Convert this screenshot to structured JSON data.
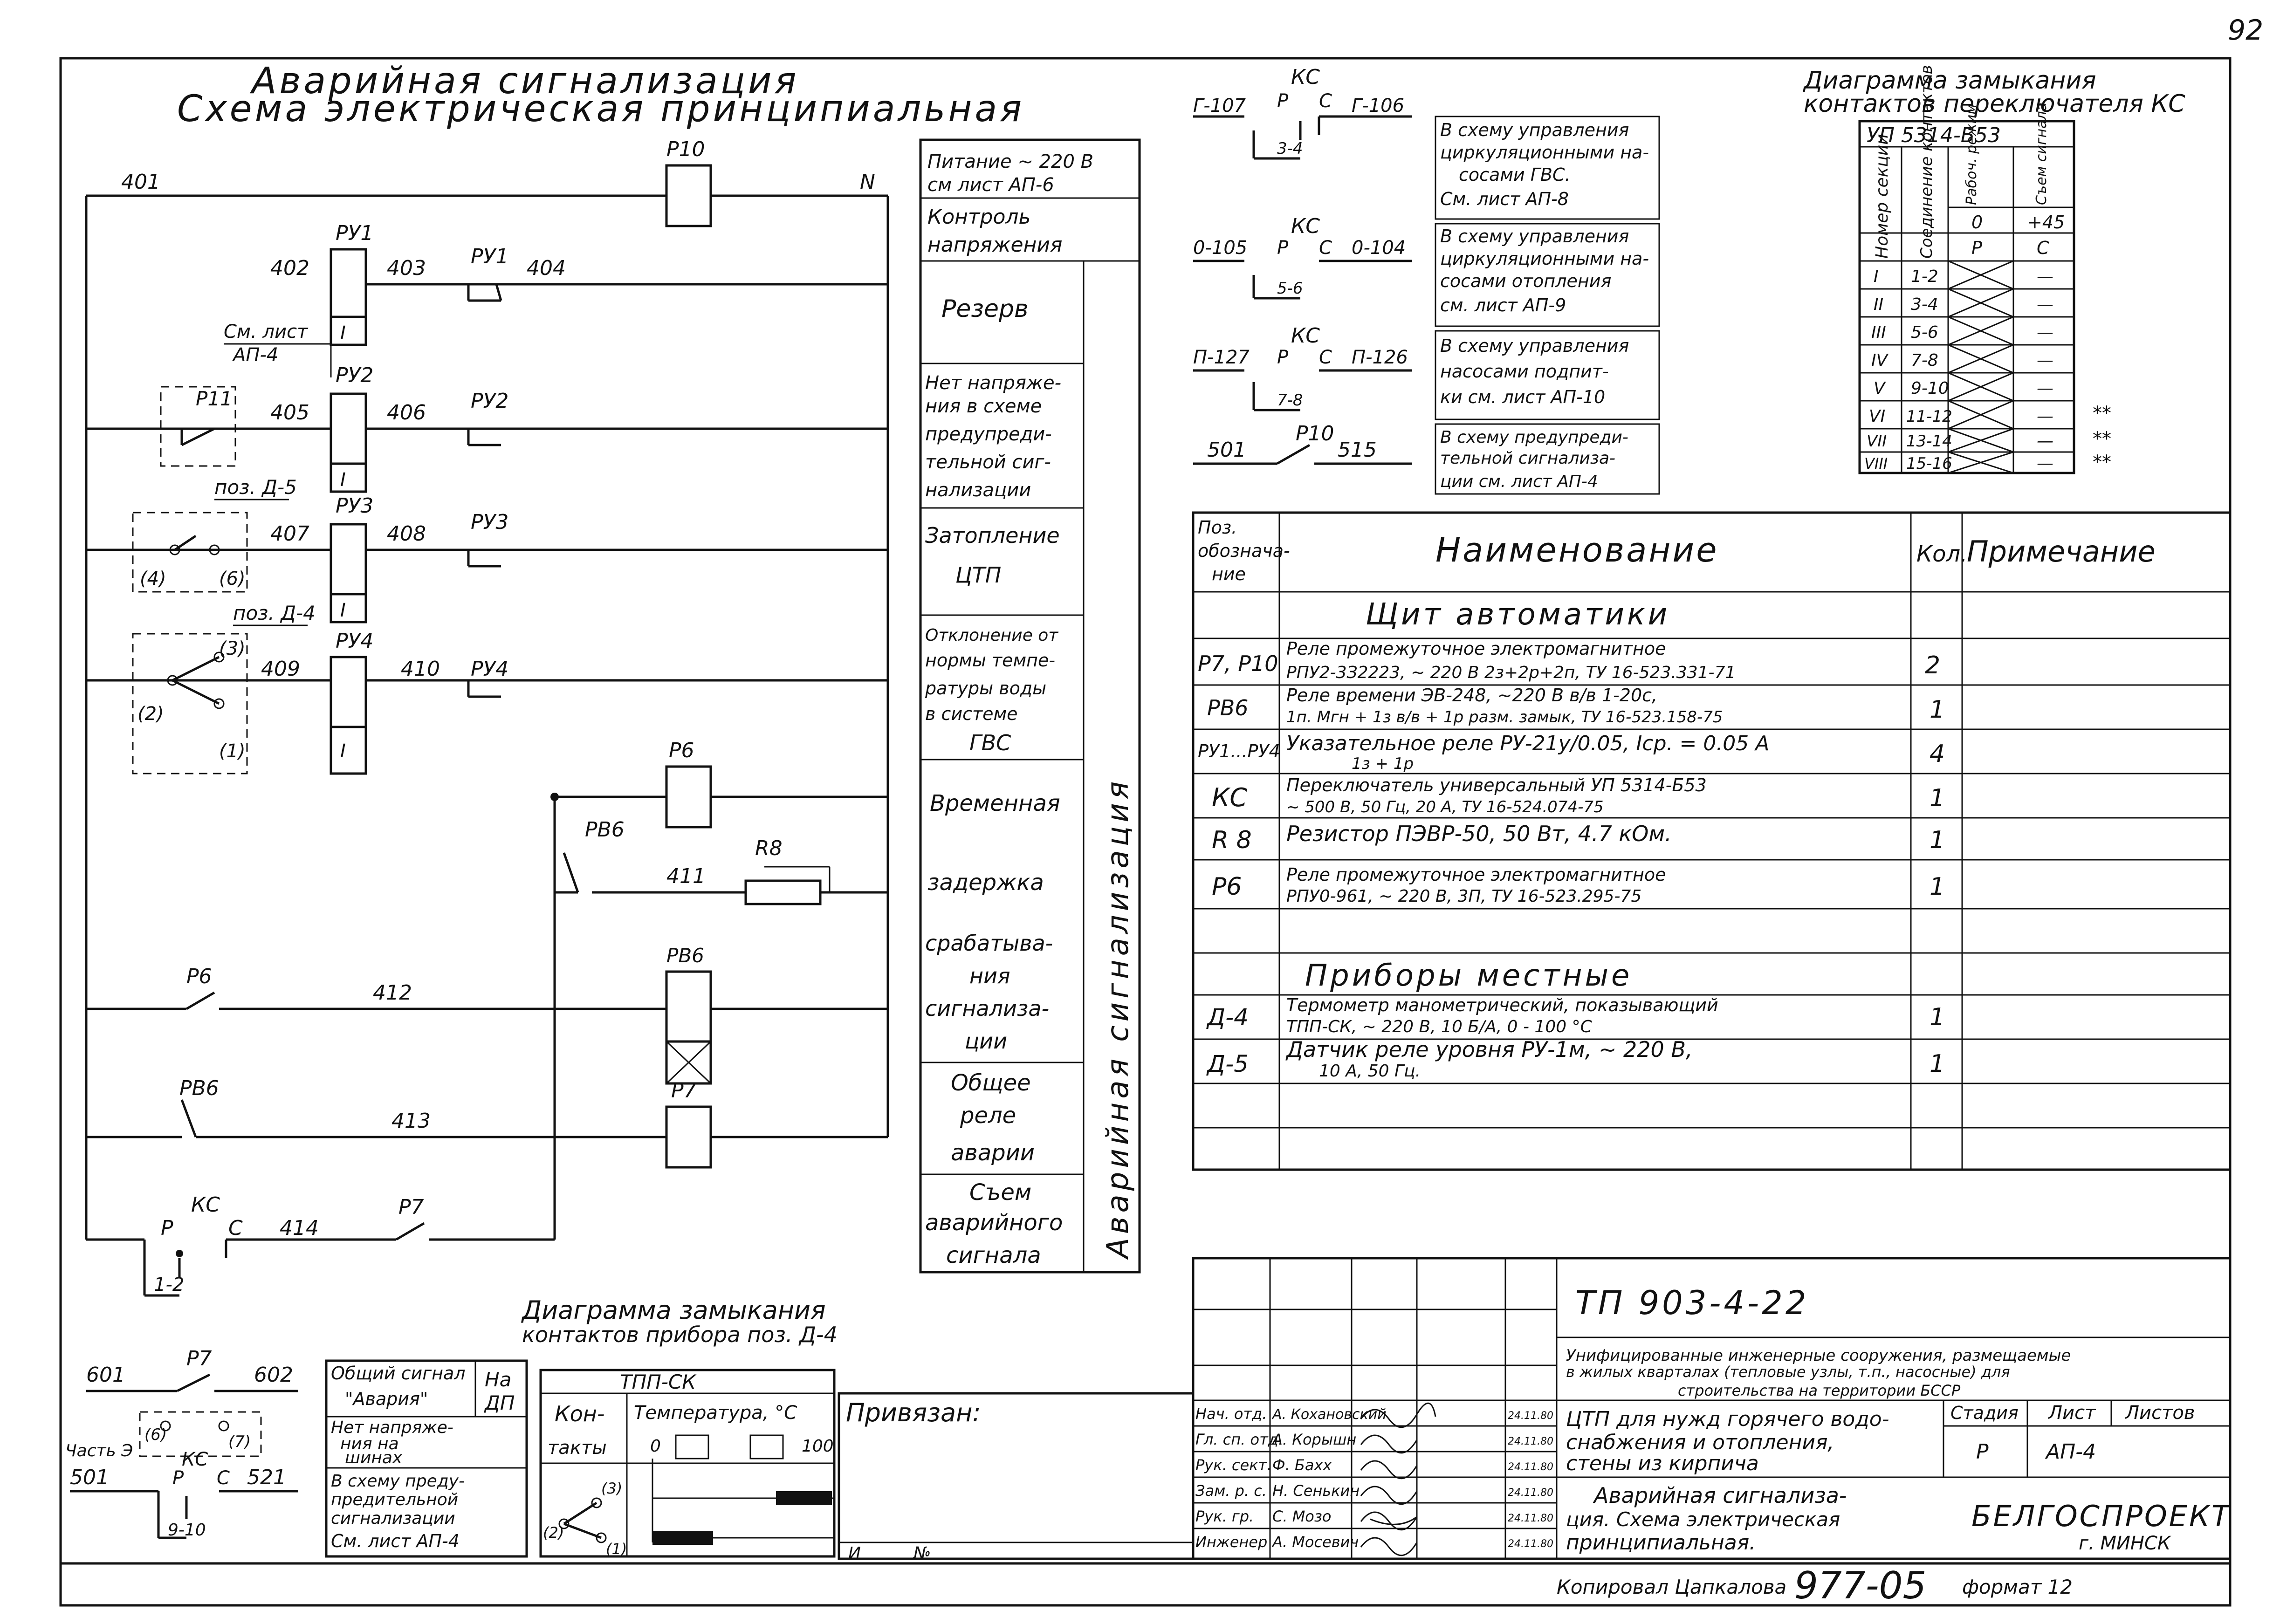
{
  "page_number": "92",
  "title": {
    "line1": "Аварийная   сигнализация",
    "line2": "Схема   электрическая   принципиальная"
  },
  "wires": {
    "w401": "401",
    "w402": "402",
    "w403": "403",
    "w404": "404",
    "w405": "405",
    "w406": "406",
    "w407": "407",
    "w408": "408",
    "w409": "409",
    "w410": "410",
    "w411": "411",
    "w412": "412",
    "w413": "413",
    "w414": "414",
    "wN": "N",
    "w601": "601",
    "w602": "602",
    "w501": "501",
    "w521": "521"
  },
  "devices": {
    "p10": "Р10",
    "py1": "РУ1",
    "py2": "РУ2",
    "py3": "РУ3",
    "py4": "РУ4",
    "py1c": "РУ1",
    "py2c": "РУ2",
    "py3c": "РУ3",
    "py4c": "РУ4",
    "roman1": "I",
    "p11": "Р11",
    "poz_d5": "поз. Д-5",
    "poz_d4": "поз. Д-4",
    "c4": "(4)",
    "c6": "(6)",
    "c3": "(3)",
    "c2": "(2)",
    "c1": "(1)",
    "see_sheet": "См. лист",
    "ap4": "АП-4",
    "p6": "Р6",
    "p6c": "Р6",
    "pb6": "РВ6",
    "pb6c": "РВ6",
    "pb6b": "РВ6",
    "r8": "R8",
    "p7": "Р7",
    "p7c": "Р7",
    "p7b": "Р7",
    "kc": "КС",
    "kc_p": "Р",
    "kc_c": "С",
    "kc_12": "1-2",
    "kc2": "КС",
    "kc2_p": "Р",
    "kc2_c": "С",
    "kc_910": "9-10",
    "c6b": "(6)",
    "c7": "(7)",
    "chast": "Часть Э"
  },
  "right_column": {
    "r1": "Питание ~ 220 В",
    "r1b": "см лист АП-6",
    "r2": "Контроль",
    "r2b": "напряжения",
    "r3": "Резерв",
    "r4": "Нет напряже-",
    "r4b": "ния в схеме",
    "r4c": "предупреди-",
    "r4d": "тельной сиг-",
    "r4e": "нализации",
    "r5": "Затопление",
    "r5b": "ЦТП",
    "r6": "Отклонение от",
    "r6b": "нормы темпе-",
    "r6c": "ратуры воды",
    "r6d": "в системе",
    "r6e": "ГВС",
    "r7": "Временная",
    "r7b": "задержка",
    "r7c": "срабатыва-",
    "r7d": "ния",
    "r7e": "сигнализа-",
    "r7f": "ции",
    "r8": "Общее",
    "r8b": "реле",
    "r8c": "аварии",
    "r9": "Съем",
    "r9b": "аварийного",
    "r9c": "сигнала",
    "vertical": "Аварийная   сигнализация"
  },
  "switch_section": {
    "s1": {
      "kc": "КС",
      "left": "Г-107",
      "p": "Р",
      "c": "С",
      "right": "Г-106",
      "contact": "3-4",
      "t1": "В схему управления",
      "t2": "циркуляционными на-",
      "t3": "сосами ГВС.",
      "t4": "См. лист  АП-8"
    },
    "s2": {
      "kc": "КС",
      "left": "0-105",
      "p": "Р",
      "c": "С",
      "right": "0-104",
      "contact": "5-6",
      "t1": "В схему управления",
      "t2": "циркуляционными на-",
      "t3": "сосами отопления",
      "t4": "см. лист  АП-9"
    },
    "s3": {
      "kc": "КС",
      "left": "П-127",
      "p": "Р",
      "c": "С",
      "right": "П-126",
      "contact": "7-8",
      "t1": "В схему управления",
      "t2": "насосами подпит-",
      "t3": "ки см. лист  АП-10"
    },
    "s4": {
      "left": "501",
      "p10": "Р10",
      "right": "515",
      "t1": "В схему предупреди-",
      "t2": "тельной сигнализа-",
      "t3": "ции см. лист  АП-4"
    }
  },
  "ks_diagram": {
    "title1": "Диаграмма замыкания",
    "title2": "контактов переключателя КС",
    "header": "УП 5314-Б53",
    "col_section": "Номер секции",
    "col_contacts": "Соединение контактов",
    "col_work": "Рабоч. режим",
    "col_reset": "Съем сигнала",
    "pos0": "0",
    "pos45": "+45",
    "posP": "Р",
    "posC": "С",
    "rows": [
      {
        "n": "I",
        "c": "1-2",
        "r": "—"
      },
      {
        "n": "II",
        "c": "3-4",
        "r": "—"
      },
      {
        "n": "III",
        "c": "5-6",
        "r": "—"
      },
      {
        "n": "IV",
        "c": "7-8",
        "r": "—"
      },
      {
        "n": "V",
        "c": "9-10",
        "r": "—"
      },
      {
        "n": "VI",
        "c": "11-12",
        "r": "—"
      },
      {
        "n": "VII",
        "c": "13-14",
        "r": "—"
      },
      {
        "n": "VIII",
        "c": "15-16",
        "r": "—"
      }
    ],
    "stars": "**"
  },
  "spec": {
    "h_pos": "Поз.",
    "h_pos2": "обознача-",
    "h_pos3": "ние",
    "h_name": "Наименование",
    "h_qty": "Кол.",
    "h_note": "Примечание",
    "group1": "Щит   автоматики",
    "rows1": [
      {
        "pos": "Р7, Р10",
        "l1": "Реле промежуточное электромагнитное",
        "l2": "РПУ2-3З2223, ~ 220 В 2з+2р+2п, ТУ 16-523.331-71",
        "qty": "2"
      },
      {
        "pos": "РВ6",
        "l1": "Реле времени  ЭВ-248, ~220 В  в/в 1-20с,",
        "l2": "1п. Мгн + 1з в/в + 1р разм. замык, ТУ 16-523.158-75",
        "qty": "1"
      },
      {
        "pos": "РУ1...РУ4",
        "l1": "Указательное реле РУ-21у/0.05, Iср. = 0.05 А",
        "l2": "1з + 1р",
        "qty": "4"
      },
      {
        "pos": "КС",
        "l1": "Переключатель универсальный УП 5314-Б53",
        "l2": "~ 500 В, 50 Гц, 20 А, ТУ 16-524.074-75",
        "qty": "1"
      },
      {
        "pos": "R 8",
        "l1": "Резистор ПЭВР-50, 50 Вт, 4.7 кОм.",
        "l2": "",
        "qty": "1"
      },
      {
        "pos": "Р6",
        "l1": "Реле промежуточное электромагнитное",
        "l2": "РПУ0-961,  ~ 220 В, 3П, ТУ 16-523.295-75",
        "qty": "1"
      }
    ],
    "group2": "Приборы   местные",
    "rows2": [
      {
        "pos": "Д-4",
        "l1": "Термометр манометрический, показывающий",
        "l2": "ТПП-СК, ~ 220 В, 10 Б/А, 0 - 100 °С",
        "qty": "1"
      },
      {
        "pos": "Д-5",
        "l1": "Датчик реле уровня  РУ-1м,  ~ 220 В,",
        "l2": "10 А, 50 Гц.",
        "qty": "1"
      }
    ]
  },
  "d4_diagram": {
    "title1": "Диаграмма замыкания",
    "title2": "контактов прибора поз. Д-4",
    "device": "ТПП-СК",
    "col1a": "Кон-",
    "col1b": "такты",
    "col2": "Температура, °С",
    "t0": "0",
    "t100": "100",
    "c3": "(3)",
    "c2": "(2)",
    "c1": "(1)"
  },
  "small_table": {
    "a1": "Общий сигнал",
    "a2": "\"Авария\"",
    "b1": "На",
    "b2": "ДП",
    "a3": "Нет напряже-",
    "a4": "ния на",
    "a5": "шинах",
    "a6": "В схему преду-",
    "a7": "предительной",
    "a8": "сигнализации",
    "a9": "См. лист  АП-4"
  },
  "stamp": {
    "privyazan": "Привязан:",
    "inv": "И",
    "num": "№",
    "code": "ТП  903-4-22",
    "desc1": "Унифицированные инженерные сооружения, размещаемые",
    "desc2": "в жилых кварталах (тепловые узлы, т.п., насосные) для",
    "desc3": "строительства на территории БССР",
    "obj1": "ЦТП для нужд горячего водо-",
    "obj2": "снабжения и отопления,",
    "obj3": "стены из кирпича",
    "sheet1": "Аварийная  сигнализа-",
    "sheet2": "ция. Схема электрическая",
    "sheet3": "принципиальная.",
    "stage_h": "Стадия",
    "sheet_h": "Лист",
    "sheets_h": "Листов",
    "stage": "Р",
    "sheet": "АП-4",
    "org": "БЕЛГОСПРОЕКТ",
    "city": "г. МИНСК",
    "roles": [
      {
        "role": "Нач. отд.",
        "name": "А. Кохановский",
        "date": "24.11.80"
      },
      {
        "role": "Гл. сп. отд.",
        "name": "А. Корышн",
        "date": "24.11.80"
      },
      {
        "role": "Рук. сект.",
        "name": "Ф. Бахх",
        "date": "24.11.80"
      },
      {
        "role": "Зам. р. с.",
        "name": "Н. Сенькин",
        "date": "24.11.80"
      },
      {
        "role": "Рук. гр.",
        "name": "С. Мозо",
        "date": "24.11.80"
      },
      {
        "role": "Инженер",
        "name": "А. Мосевич",
        "date": "24.11.80"
      }
    ],
    "copied": "Копировал  Цапкалова",
    "drawing_no": "977-05",
    "format": "формат 12"
  }
}
